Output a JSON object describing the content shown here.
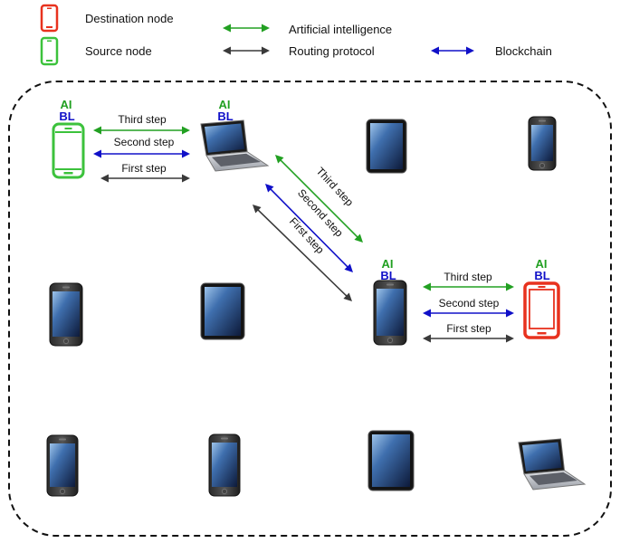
{
  "colors": {
    "ai": "#22A022",
    "routing": "#3A3A3A",
    "blockchain": "#1010C8",
    "destination": "#E8321E",
    "source": "#3CC23C",
    "boundary": "#111111"
  },
  "legend": {
    "destination_label": "Destination node",
    "source_label": "Source node",
    "ai_label": "Artificial intelligence",
    "routing_label": "Routing protocol",
    "blockchain_label": "Blockchain"
  },
  "tags": {
    "ai": "AI",
    "bl": "BL"
  },
  "steps": {
    "first": "First step",
    "second": "Second step",
    "third": "Third step"
  },
  "devices": [
    {
      "id": "source",
      "kind": "source-phone"
    },
    {
      "id": "relay-laptop",
      "kind": "laptop"
    },
    {
      "id": "tablet-r1c3",
      "kind": "tablet"
    },
    {
      "id": "phone-r1c4",
      "kind": "phone"
    },
    {
      "id": "phone-r2c1",
      "kind": "phone"
    },
    {
      "id": "tablet-r2c2",
      "kind": "tablet"
    },
    {
      "id": "relay-phone",
      "kind": "phone"
    },
    {
      "id": "destination",
      "kind": "destination-phone"
    },
    {
      "id": "phone-r3c1",
      "kind": "phone"
    },
    {
      "id": "phone-r3c2",
      "kind": "phone"
    },
    {
      "id": "tablet-r3c3",
      "kind": "tablet"
    },
    {
      "id": "laptop-r3c4",
      "kind": "laptop"
    }
  ]
}
